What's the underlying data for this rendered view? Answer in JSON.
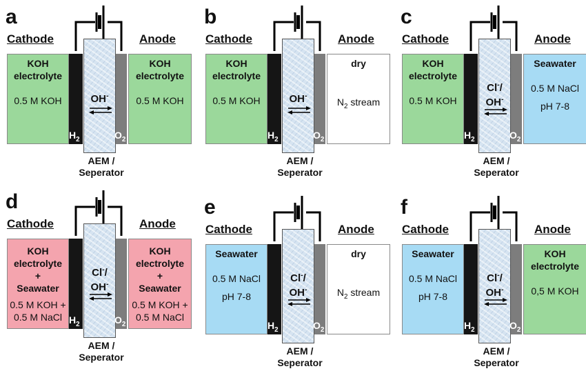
{
  "colors": {
    "koh": "#9bd89b",
    "mixed": "#f4a4ae",
    "seawater": "#a7dbf4",
    "dry": "#ffffff",
    "cathode_electrode": "#151515",
    "anode_electrode": "#7d7d7d"
  },
  "common": {
    "cathode_header": "Cathode",
    "anode_header": "Anode",
    "membrane_line1": "AEM /",
    "membrane_line2": "Seperator",
    "h2_main": "H",
    "h2_sub": "2",
    "o2_main": "O",
    "o2_sub": "2",
    "ion_oh_main": "OH",
    "ion_oh_sup": "-",
    "ion_cl_main": "Cl",
    "ion_cl_sup": "-",
    "ion_cl_slash": "/",
    "n2_main": "N",
    "n2_sub": "2",
    "n2_rest": " stream"
  },
  "panels": [
    {
      "label": "a",
      "cathode": {
        "fill": "koh",
        "bold": [
          "KOH",
          "electrolyte"
        ],
        "normal": [
          "0.5 M KOH"
        ]
      },
      "anode": {
        "fill": "koh",
        "bold": [
          "KOH",
          "electrolyte"
        ],
        "normal": [
          "0.5 M KOH"
        ]
      },
      "ions": "oh"
    },
    {
      "label": "b",
      "cathode": {
        "fill": "koh",
        "bold": [
          "KOH",
          "electrolyte"
        ],
        "normal": [
          "0.5 M KOH"
        ]
      },
      "anode": {
        "fill": "dry",
        "bold": [
          "dry"
        ],
        "normal": [],
        "n2": true
      },
      "ions": "oh"
    },
    {
      "label": "c",
      "cathode": {
        "fill": "koh",
        "bold": [
          "KOH",
          "electrolyte"
        ],
        "normal": [
          "0.5 M KOH"
        ]
      },
      "anode": {
        "fill": "seawater",
        "bold": [
          "Seawater"
        ],
        "normal": [
          "0.5 M NaCl",
          "pH 7-8"
        ]
      },
      "ions": "cl"
    },
    {
      "label": "d",
      "cathode": {
        "fill": "mixed",
        "bold": [
          "KOH",
          "electrolyte",
          "+",
          "Seawater"
        ],
        "normal": [
          "0.5 M KOH +",
          "0.5 M NaCl"
        ]
      },
      "anode": {
        "fill": "mixed",
        "bold": [
          "KOH",
          "electrolyte",
          "+",
          "Seawater"
        ],
        "normal": [
          "0.5 M KOH +",
          "0.5 M NaCl"
        ]
      },
      "ions": "cl"
    },
    {
      "label": "e",
      "cathode": {
        "fill": "seawater",
        "bold": [
          "Seawater"
        ],
        "normal": [
          "0.5 M NaCl",
          "pH 7-8"
        ]
      },
      "anode": {
        "fill": "dry",
        "bold": [
          "dry"
        ],
        "normal": [],
        "n2": true
      },
      "ions": "cl"
    },
    {
      "label": "f",
      "cathode": {
        "fill": "seawater",
        "bold": [
          "Seawater"
        ],
        "normal": [
          "0.5 M NaCl",
          "pH 7-8"
        ]
      },
      "anode": {
        "fill": "koh",
        "bold": [
          "KOH",
          "electrolyte"
        ],
        "normal": [
          "0,5 M KOH"
        ]
      },
      "ions": "cl"
    }
  ]
}
